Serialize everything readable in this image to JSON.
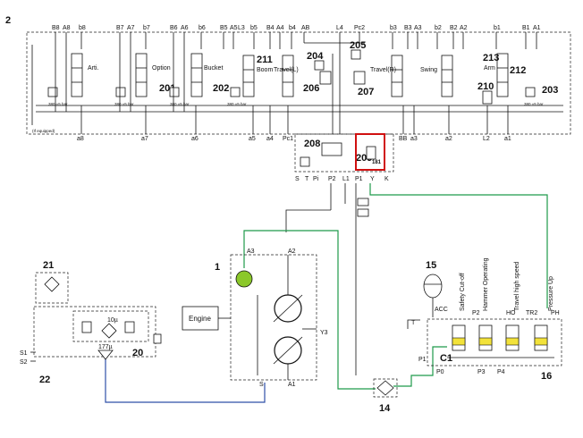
{
  "diagram": {
    "numbers": {
      "n1": "1",
      "n2": "2",
      "n14": "14",
      "n15": "15",
      "n16": "16",
      "n20": "20",
      "n21": "21",
      "n22": "22",
      "n181": "181",
      "n201": "201",
      "n202": "202",
      "n203": "203",
      "n204": "204",
      "n205": "205",
      "n206": "206",
      "n207": "207",
      "n208": "208",
      "n209": "209",
      "n210": "210",
      "n211": "211",
      "n212": "212",
      "n213": "213",
      "c1": "C1"
    },
    "sections": {
      "arti": "Arti.",
      "option": "Option",
      "bucket": "Bucket",
      "boom": "Boom",
      "travel_l": "Travel(L)",
      "travel_r": "Travel(R)",
      "swing": "Swing",
      "arm": "Arm"
    },
    "top_ports": {
      "b8": "B8",
      "a8": "A8",
      "b8l": "b8",
      "b7": "B7",
      "a7": "A7",
      "b7l": "b7",
      "b6": "B6",
      "a6": "A6",
      "b6l": "b6",
      "b5": "B5",
      "a5": "A5",
      "l3": "L3",
      "b5l": "b5",
      "b4": "B4",
      "a4": "A4",
      "b4l": "b4",
      "ab": "AB",
      "l4": "L4",
      "pc2": "Pc2",
      "b3l": "b3",
      "b3": "B3",
      "a3": "A3",
      "b2l": "b2",
      "b2": "B2",
      "a2": "A2",
      "b1l": "b1",
      "b1": "B1",
      "a1": "A1"
    },
    "bottom_ports": {
      "a8": "a8",
      "a7": "a7",
      "a6": "a6",
      "a5": "a5",
      "a4": "a4",
      "pc1": "Pc1",
      "bb": "BB",
      "a3": "a3",
      "a2": "a2",
      "l2": "L2",
      "a1": "a1"
    },
    "mcv_ports": {
      "s": "S",
      "t": "T",
      "pi": "Pi",
      "p2": "P2",
      "l1": "L1",
      "p1": "P1",
      "y": "Y",
      "k": "K"
    },
    "relief_labels": {
      "r1": "380 ±5 bar",
      "r2": "380 ±5 bar",
      "r3": "380 ±5 bar",
      "r4": "380 ±5 bar",
      "r5": "380 ±5 bar"
    },
    "if_equipped": "(If equipped)",
    "pump_ports": {
      "a3": "A3",
      "a2": "A2",
      "y3": "Y3",
      "s": "S",
      "a1": "A1"
    },
    "engine": "Engine",
    "tank_block": {
      "s1": "S1",
      "s2": "S2",
      "v177": "177µ",
      "f10": "10µ"
    },
    "solenoid_block": {
      "t": "T",
      "acc": "ACC",
      "p1": "P1",
      "p0": "P0",
      "p2": "P2",
      "p3": "P3",
      "p4": "P4",
      "ho": "HO",
      "tr2": "TR2",
      "ph": "PH",
      "safety": "Safety Cut-off",
      "hammer": "Hammer Operating",
      "travel_hs": "Travel high speed",
      "pressure_up": "Pressure Up"
    },
    "colors": {
      "pilot_line": "#1f9a4a",
      "suction_line": "#2f4fa8",
      "highlight": "#d01010",
      "valve_yellow": "#f2e23a",
      "acc_green": "#8bc82a"
    }
  }
}
